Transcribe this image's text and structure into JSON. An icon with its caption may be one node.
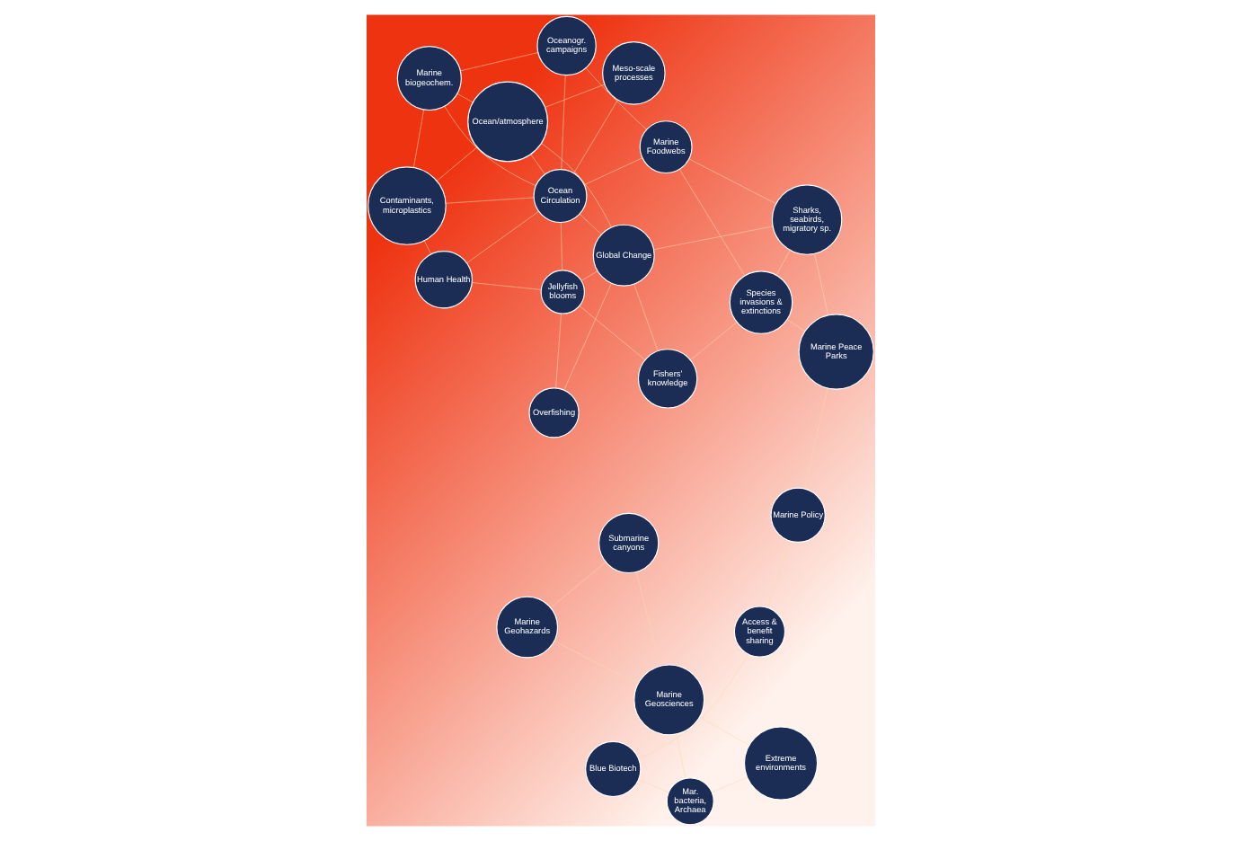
{
  "diagram": {
    "nodes": [
      {
        "text": [
          "Access & benefit sharing"
        ]
      },
      {
        "text": [
          "Marine Policy"
        ]
      },
      {
        "text": [
          "Blue Biotech"
        ]
      },
      {
        "text": [
          "Marine Peace Parks"
        ]
      },
      {
        "text": [
          "Submarine canyons"
        ]
      },
      {
        "text": [
          "Fishers' knowledge"
        ]
      },
      {
        "text": [
          "Mar. bacteria, Archaea"
        ]
      },
      {
        "text": [
          "Marine Geosciences"
        ]
      },
      {
        "text": [
          "Sharks, seabirds, migratory sp."
        ]
      },
      {
        "text": [
          "Species invasions & extinctions"
        ]
      },
      {
        "text": [
          "Global Change"
        ]
      },
      {
        "text": [
          "Marine Geohazards"
        ]
      },
      {
        "text": [
          "Extreme environments"
        ]
      },
      {
        "text": [
          "Marine Foodwebs"
        ]
      },
      {
        "text": [
          "Ocean Circulation"
        ]
      },
      {
        "text": [
          "Overfishing"
        ]
      },
      {
        "text": [
          "Jellyfish blooms"
        ]
      },
      {
        "text": [
          "Oceanogr. campaigns"
        ]
      },
      {
        "text": [
          "Marine biogeochem."
        ]
      },
      {
        "text": [
          "Human Health"
        ]
      },
      {
        "text": [
          "Meso-scale processes"
        ]
      },
      {
        "text": [
          "Contaminants, microplastics"
        ]
      },
      {
        "text": [
          "Ocean/atmosphere"
        ]
      }
    ],
    "edges": [
      {
        "from": 0,
        "to": 1,
        "arrow": "none"
      },
      {
        "from": 0,
        "to": 2,
        "arrow": "none"
      },
      {
        "from": 1,
        "to": 3,
        "arrow": "none"
      },
      {
        "from": 2,
        "to": 6,
        "arrow": "none"
      },
      {
        "from": 3,
        "to": 8,
        "arrow": "none"
      },
      {
        "from": 3,
        "to": 9,
        "arrow": "none"
      },
      {
        "from": 8,
        "to": 9,
        "arrow": "none"
      },
      {
        "from": 8,
        "to": 10,
        "arrow": "none"
      },
      {
        "from": 9,
        "to": 5,
        "arrow": "none"
      },
      {
        "from": 8,
        "to": 13,
        "arrow": "none"
      },
      {
        "from": 9,
        "to": 13,
        "arrow": "none"
      },
      {
        "from": 5,
        "to": 10,
        "arrow": "none"
      },
      {
        "from": 5,
        "to": 16,
        "arrow": "none"
      },
      {
        "from": 6,
        "to": 7,
        "arrow": "none"
      },
      {
        "from": 6,
        "to": 12,
        "arrow": "none"
      },
      {
        "from": 12,
        "to": 7,
        "arrow": "none"
      },
      {
        "from": 7,
        "to": 4,
        "arrow": "none"
      },
      {
        "from": 7,
        "to": 11,
        "arrow": "none"
      },
      {
        "from": 4,
        "to": 11,
        "arrow": "none"
      },
      {
        "from": 10,
        "to": 15,
        "arrow": "none"
      },
      {
        "from": 10,
        "to": 14,
        "arrow": "none"
      },
      {
        "from": 10,
        "to": 16,
        "arrow": "none"
      },
      {
        "from": 10,
        "to": 22,
        "arrow": "none"
      },
      {
        "from": 14,
        "to": 13,
        "arrow": "none"
      },
      {
        "from": 14,
        "to": 17,
        "arrow": "none"
      },
      {
        "from": 14,
        "to": 16,
        "arrow": "none"
      },
      {
        "from": 16,
        "to": 15,
        "arrow": "none"
      },
      {
        "from": 16,
        "to": 19,
        "arrow": "none"
      },
      {
        "from": 14,
        "to": 19,
        "arrow": "none"
      },
      {
        "from": 14,
        "to": 18,
        "arrow": "none"
      },
      {
        "from": 14,
        "to": 20,
        "arrow": "none"
      },
      {
        "from": 14,
        "to": 21,
        "arrow": "none"
      },
      {
        "from": 14,
        "to": 22,
        "arrow": "none"
      },
      {
        "from": 13,
        "to": 17,
        "arrow": "none"
      },
      {
        "from": 17,
        "to": 18,
        "arrow": "none"
      },
      {
        "from": 18,
        "to": 21,
        "arrow": "none"
      },
      {
        "from": 18,
        "to": 22,
        "arrow": "none"
      },
      {
        "from": 20,
        "to": 22,
        "arrow": "none"
      },
      {
        "from": 21,
        "to": 22,
        "arrow": "none"
      },
      {
        "from": 21,
        "to": 19,
        "arrow": "none"
      }
    ]
  }
}
